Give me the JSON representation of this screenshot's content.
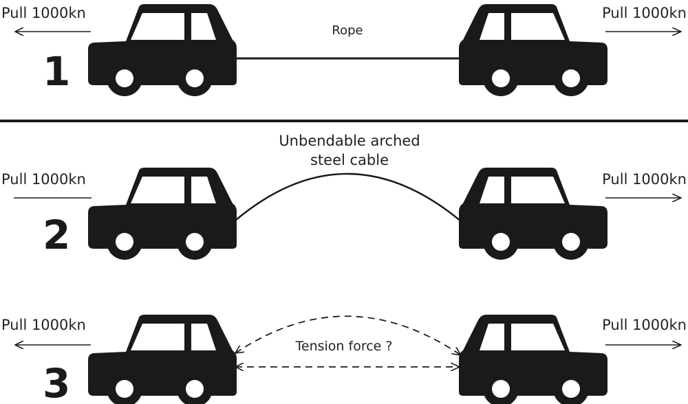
{
  "title": "Tension force thought experiment",
  "colors": {
    "ink": "#1a1a1a",
    "background": "#ffffff"
  },
  "panels": [
    {
      "number": "1",
      "left_label": "Pull 1000kn",
      "right_label": "Pull 1000kn",
      "connector_label": "Rope",
      "connector": "straight-rope"
    },
    {
      "number": "2",
      "left_label": "Pull 1000kn",
      "right_label": "Pull 1000kn",
      "connector_label_line1": "Unbendable arched",
      "connector_label_line2": "steel cable",
      "connector": "arched-cable"
    },
    {
      "number": "3",
      "left_label": "Pull 1000kn",
      "right_label": "Pull 1000kn",
      "connector_label": "Tension force ?",
      "connector": "dashed-arrows"
    }
  ]
}
